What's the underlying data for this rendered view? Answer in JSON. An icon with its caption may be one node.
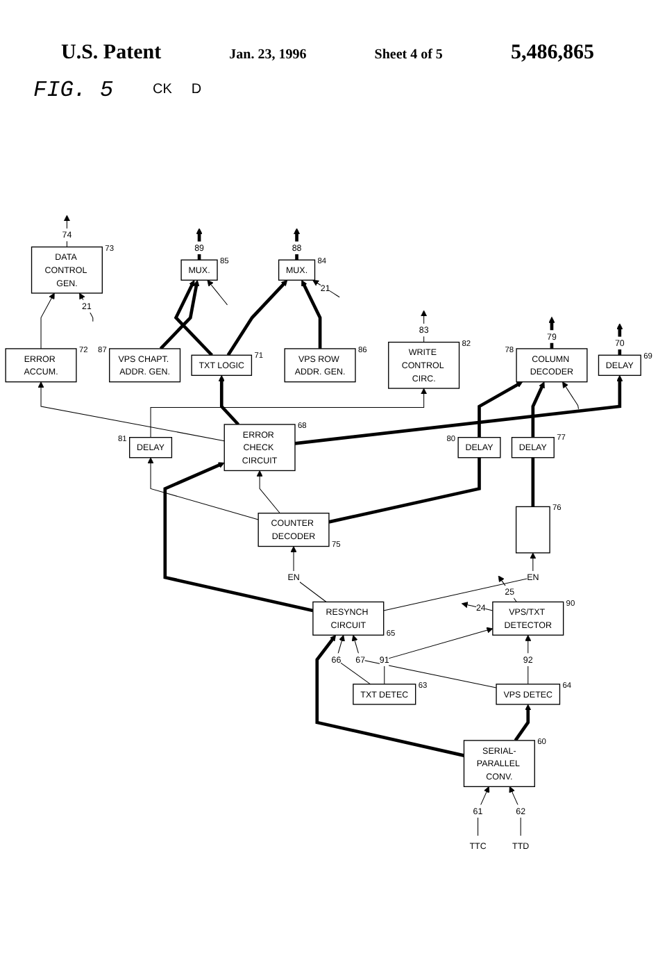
{
  "diagram": {
    "title": "FIG. 5",
    "nodes": [
      {
        "text": [
          "TTC"
        ]
      },
      {
        "text": [
          "TTD"
        ]
      },
      {
        "text": [
          "SERIAL-PARALLEL CONV."
        ],
        "beside": [
          "60"
        ]
      },
      {
        "text": [
          "TXT DETEC"
        ],
        "beside": [
          "63"
        ]
      },
      {
        "text": [
          "VPS DETEC"
        ],
        "beside": [
          "64"
        ]
      },
      {
        "text": [
          "RESYNCH CIRCUIT"
        ],
        "beside": [
          "65"
        ]
      },
      {
        "text": [
          "VPS/TXT DETECTOR"
        ],
        "beside": [
          "90"
        ]
      },
      {
        "text": [
          "COUNTER DECODER"
        ],
        "beside": [
          "75"
        ]
      },
      {
        "text": [],
        "shape": "box",
        "beside": [
          "76"
        ]
      },
      {
        "text": [
          "DELAY"
        ],
        "beside": [
          "77"
        ]
      },
      {
        "text": [
          "DELAY"
        ],
        "beside": [
          "80"
        ]
      },
      {
        "text": [
          "COLUMN DECODER"
        ],
        "beside": [
          "78"
        ]
      },
      {
        "text": [
          "DELAY"
        ],
        "beside": [
          "81"
        ]
      },
      {
        "text": [
          "WRITE CONTROL CIRC."
        ],
        "beside": [
          "82"
        ]
      },
      {
        "text": [
          "ERROR CHECK CIRCUIT"
        ],
        "beside": [
          "68"
        ]
      },
      {
        "text": [
          "DELAY"
        ],
        "beside": [
          "69"
        ]
      },
      {
        "text": [
          "TXT LOGIC"
        ],
        "beside": [
          "71"
        ]
      },
      {
        "text": [
          "ERROR ACCUM."
        ],
        "beside": [
          "72"
        ]
      },
      {
        "text": [
          "DATA CONTROL GEN."
        ],
        "beside": [
          "73"
        ]
      },
      {
        "text": [
          "VPS ROW ADDR. GEN."
        ],
        "beside": [
          "86"
        ]
      },
      {
        "text": [
          "VPS CHAPT. ADDR. GEN."
        ],
        "beside": [
          "87"
        ]
      },
      {
        "text": [
          "MUX."
        ],
        "beside": [
          "84"
        ]
      },
      {
        "text": [
          "MUX."
        ],
        "beside": [
          "85"
        ]
      }
    ],
    "edges": [
      {
        "from": 0,
        "to": 2,
        "arrow": "to",
        "label": "61"
      },
      {
        "from": 1,
        "to": 2,
        "arrow": "to",
        "label": "62"
      },
      {
        "from": 2,
        "to": 4,
        "arrow": "to",
        "style": "thick"
      },
      {
        "from": 2,
        "to": 5,
        "arrow": "to",
        "style": "thick"
      },
      {
        "from": 3,
        "to": 6,
        "arrow": "to",
        "label": "91"
      },
      {
        "from": 3,
        "to": 5,
        "arrow": "to",
        "label": "66"
      },
      {
        "from": 4,
        "to": 6,
        "arrow": "to",
        "label": "92"
      },
      {
        "from": 4,
        "to": 5,
        "arrow": "to",
        "label": "67"
      },
      {
        "from": 6,
        "to": null,
        "arrow": "to",
        "label": "24"
      },
      {
        "from": 6,
        "to": null,
        "arrow": "to",
        "label": "25"
      },
      {
        "from": 5,
        "to": 14,
        "arrow": "to",
        "style": "thick"
      },
      {
        "from": 5,
        "to": 7,
        "arrow": "to",
        "label": "EN"
      },
      {
        "from": 5,
        "to": 8,
        "arrow": "to",
        "label": "EN"
      },
      {
        "from": 7,
        "to": 14,
        "arrow": "to"
      },
      {
        "from": 7,
        "to": 12,
        "arrow": "to"
      },
      {
        "from": 12,
        "to": 13,
        "arrow": "to"
      },
      {
        "from": 13,
        "to": null,
        "arrow": "to",
        "label": "83"
      },
      {
        "from": 7,
        "to": 10,
        "arrow": "none",
        "style": "thick"
      },
      {
        "from": 10,
        "to": 11,
        "arrow": "to",
        "style": "thick"
      },
      {
        "from": 8,
        "to": 9,
        "arrow": "none",
        "style": "thick"
      },
      {
        "from": 9,
        "to": 11,
        "arrow": "to",
        "style": "thick"
      },
      {
        "from": null,
        "to": 11,
        "arrow": "to"
      },
      {
        "from": 11,
        "to": null,
        "arrow": "to",
        "style": "thick",
        "label": "79"
      },
      {
        "from": 14,
        "to": 17,
        "arrow": "to"
      },
      {
        "from": 14,
        "to": 15,
        "arrow": "to",
        "style": "thick"
      },
      {
        "from": 15,
        "to": null,
        "arrow": "to",
        "style": "thick",
        "label": "70"
      },
      {
        "from": 14,
        "to": 16,
        "arrow": "to",
        "style": "thick"
      },
      {
        "from": 17,
        "to": 18,
        "arrow": "to"
      },
      {
        "from": null,
        "to": 18,
        "arrow": "to",
        "label": "21"
      },
      {
        "from": 18,
        "to": null,
        "arrow": "to",
        "label": "74"
      },
      {
        "from": 16,
        "to": 22,
        "arrow": "to",
        "style": "thick"
      },
      {
        "from": 16,
        "to": 21,
        "arrow": "to",
        "style": "thick"
      },
      {
        "from": 20,
        "to": 22,
        "arrow": "to",
        "style": "thick"
      },
      {
        "from": 19,
        "to": 21,
        "arrow": "to",
        "style": "thick"
      },
      {
        "from": null,
        "to": 22,
        "arrow": "to"
      },
      {
        "from": null,
        "to": 21,
        "arrow": "to",
        "label": "21"
      },
      {
        "from": 22,
        "to": null,
        "arrow": "to",
        "style": "thick",
        "label": "89"
      },
      {
        "from": 21,
        "to": null,
        "arrow": "to",
        "style": "thick",
        "label": "88"
      }
    ],
    "labels": [
      "U.S. Patent",
      "Jan. 23, 1996",
      "Sheet 4 of 5",
      "5,486,865",
      "CK",
      "D"
    ]
  }
}
